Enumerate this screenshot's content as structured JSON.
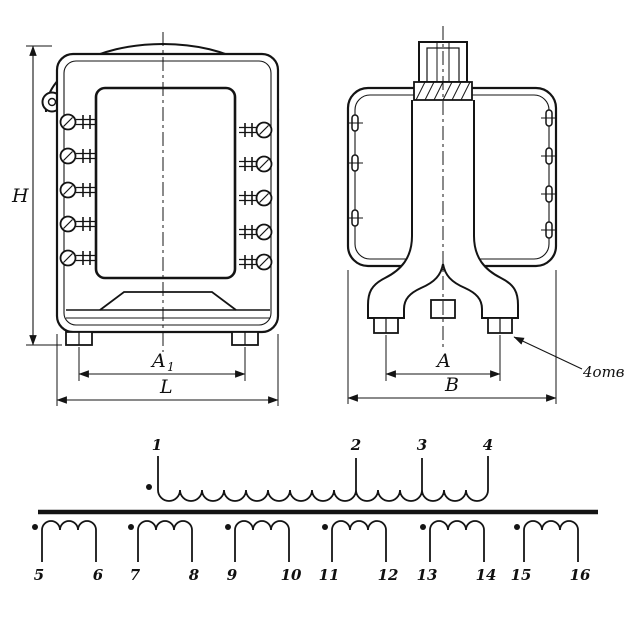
{
  "drawing": {
    "front_view": {
      "dim_height": "H",
      "dim_feet_span_base": "A",
      "dim_feet_span_sub": "1",
      "dim_width": "L"
    },
    "side_view": {
      "dim_feet_span": "A",
      "dim_width": "B",
      "holes_label": "4отв"
    },
    "schematic": {
      "primary_terminals": [
        "1",
        "2",
        "3",
        "4"
      ],
      "secondary_terminals": [
        "5",
        "6",
        "7",
        "8",
        "9",
        "10",
        "11",
        "12",
        "13",
        "14",
        "15",
        "16"
      ]
    }
  }
}
